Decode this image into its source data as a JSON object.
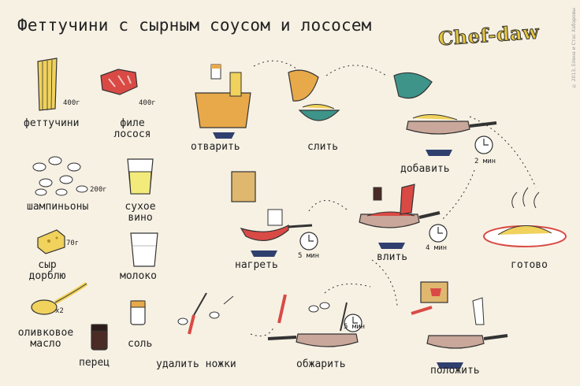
{
  "title": "Феттучини с сырным соусом и лососем",
  "logo": "Chef-daw",
  "copyright": "© 2013, Елена и Стас Хабаровы",
  "ingredients": [
    {
      "name": "феттучини",
      "qty": "400г"
    },
    {
      "name": "филе лосося",
      "qty": "400г"
    },
    {
      "name": "шампиньоны",
      "qty": "200г"
    },
    {
      "name": "сухое вино",
      "qty": ""
    },
    {
      "name": "сыр дорблю",
      "qty": "70г"
    },
    {
      "name": "молоко",
      "qty": ""
    },
    {
      "name": "оливковое масло",
      "qty": "x2"
    },
    {
      "name": "соль",
      "qty": ""
    },
    {
      "name": "перец",
      "qty": ""
    }
  ],
  "steps": [
    {
      "label": "отварить",
      "time": ""
    },
    {
      "label": "слить",
      "time": ""
    },
    {
      "label": "добавить",
      "time": "2 мин"
    },
    {
      "label": "нагреть",
      "time": "5 мин"
    },
    {
      "label": "влить",
      "time": "4 мин"
    },
    {
      "label": "готово",
      "time": ""
    },
    {
      "label": "удалить ножки",
      "time": ""
    },
    {
      "label": "обжарить",
      "time": "5 мин"
    },
    {
      "label": "положить",
      "time": ""
    }
  ],
  "colors": {
    "background": "#f7f1e4",
    "logo": "#e6c63f",
    "pot": "#e8a94a",
    "salmon": "#d94a45",
    "pan": "#c9a79a",
    "flame": "#2f3f6e"
  }
}
